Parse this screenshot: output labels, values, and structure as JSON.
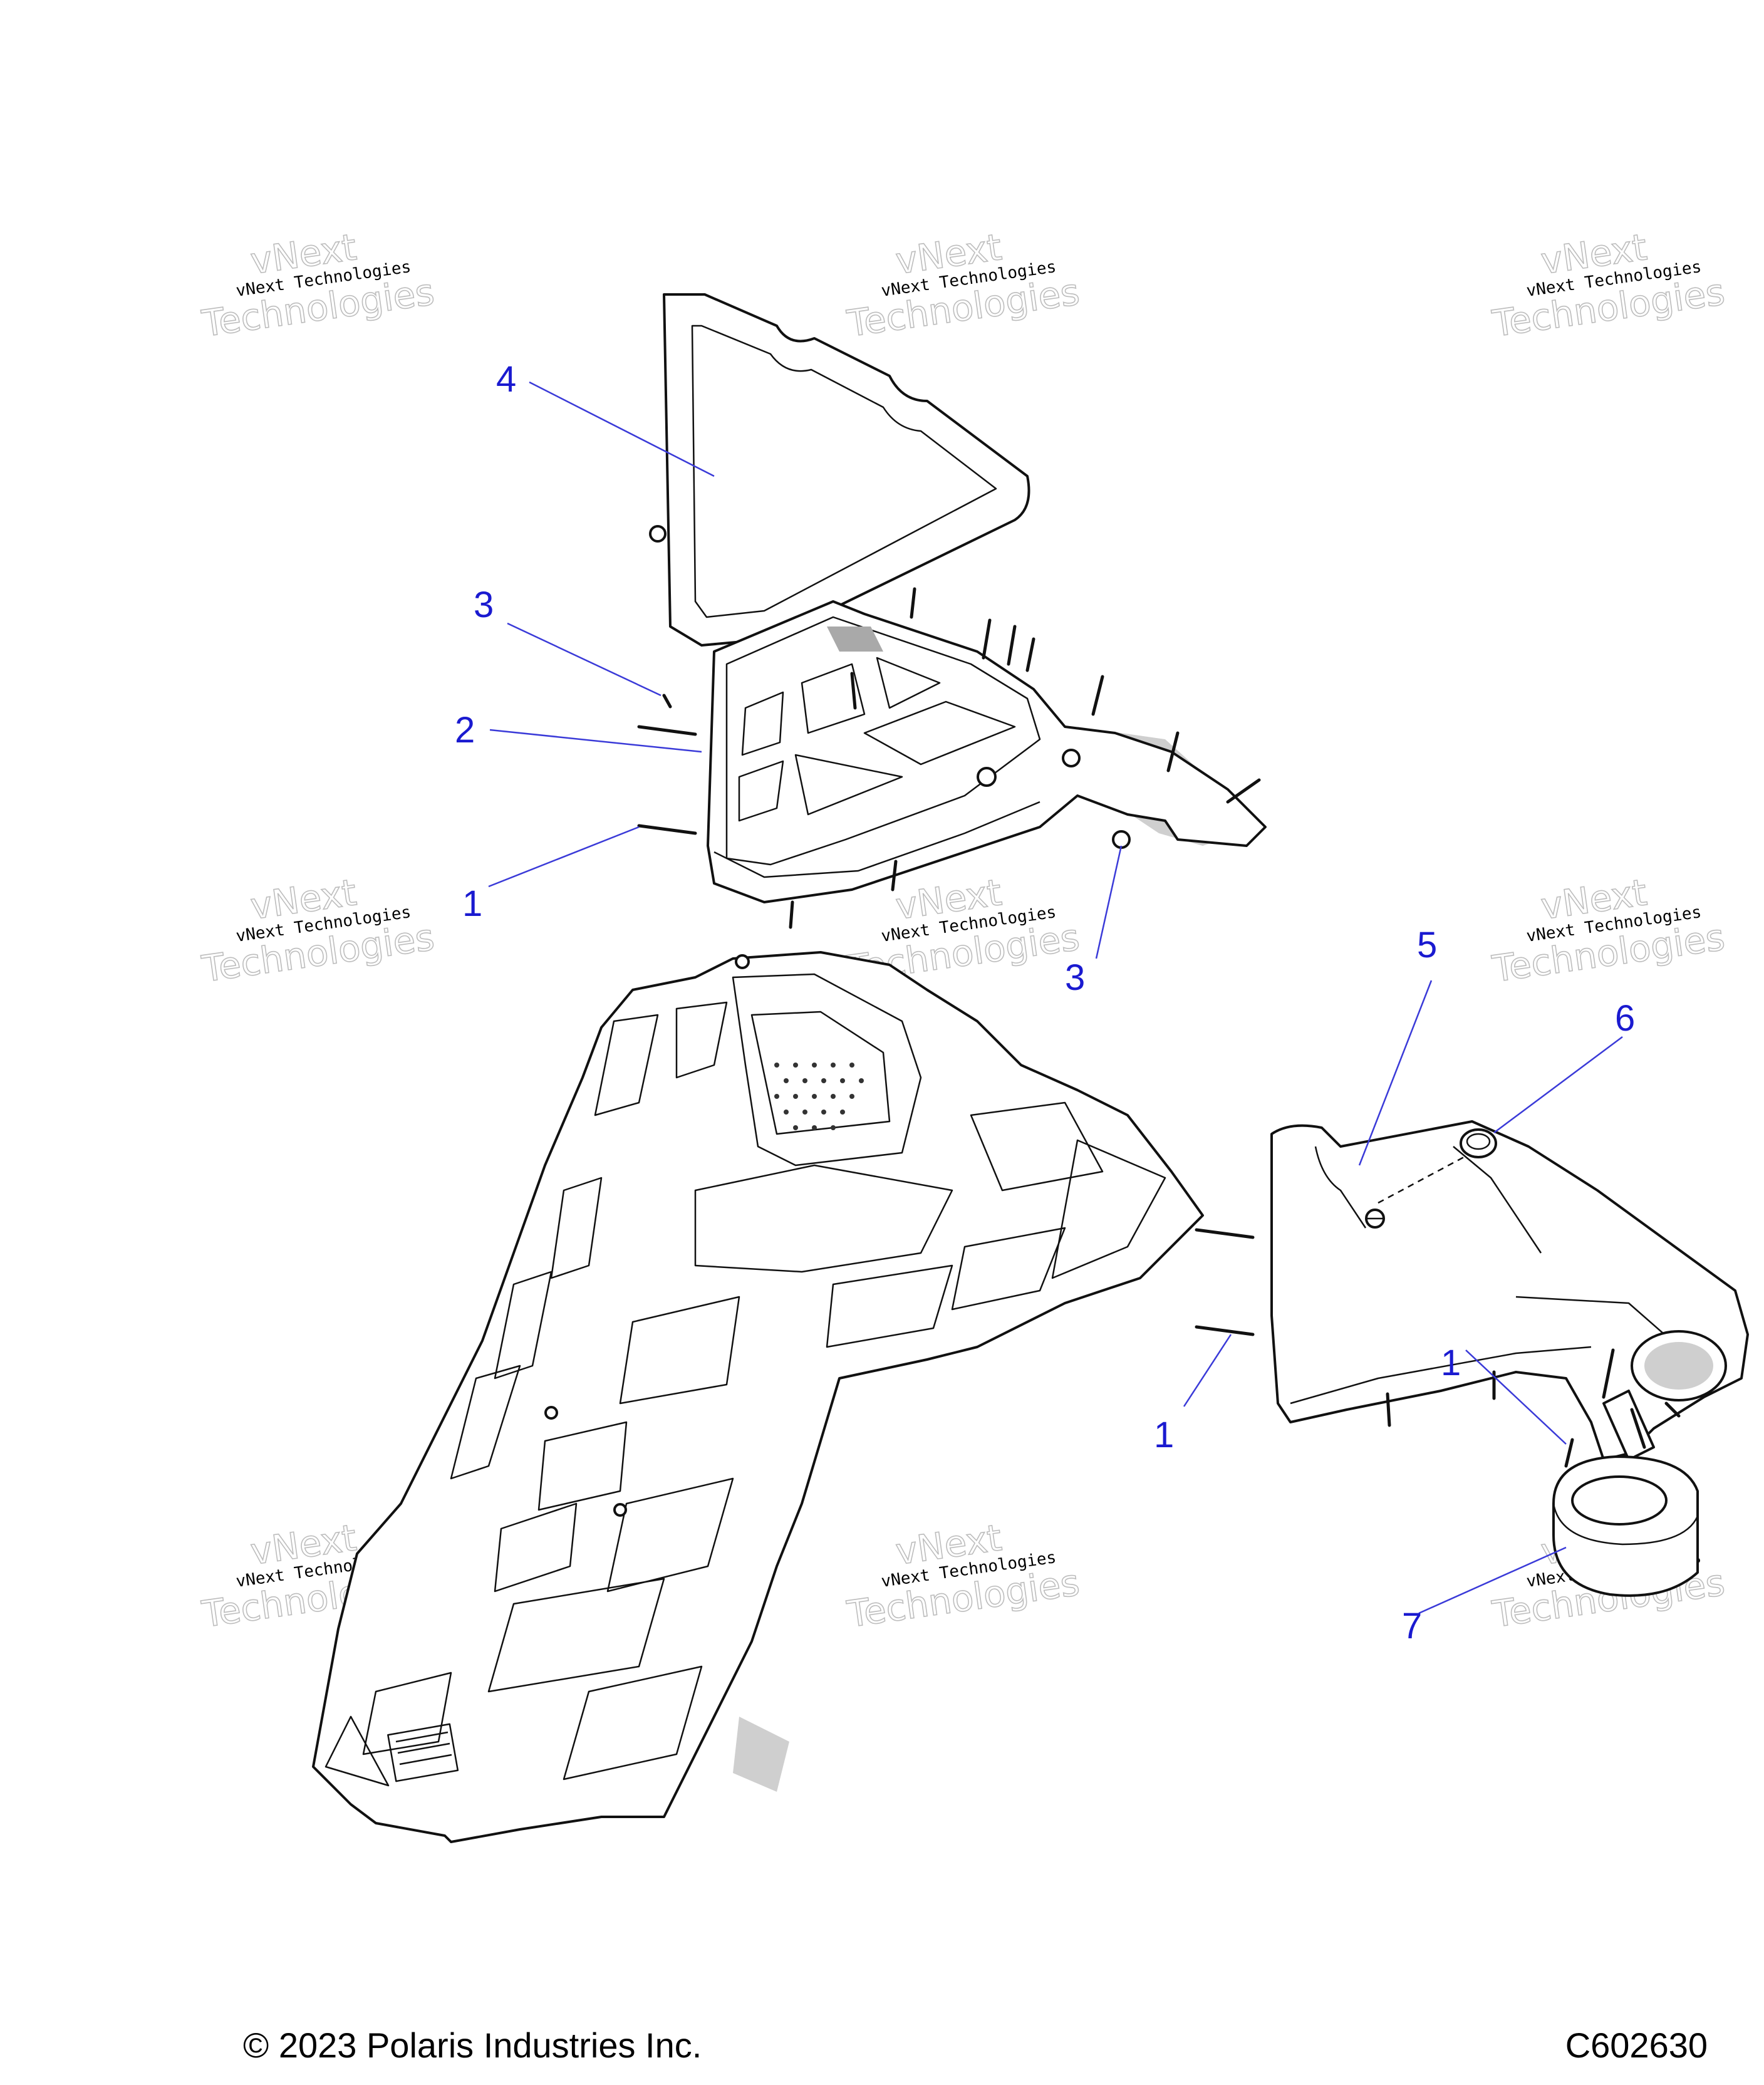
{
  "callouts": {
    "c1a": "1",
    "c1b": "1",
    "c1c": "1",
    "c2": "2",
    "c3a": "3",
    "c3b": "3",
    "c4": "4",
    "c5": "5",
    "c6": "6",
    "c7": "7"
  },
  "watermark": {
    "line1": "vNext",
    "line2": "vNext Technologies",
    "line3": "Technologies"
  },
  "footer": {
    "copyright": "© 2023 Polaris Industries Inc.",
    "figure_code": "C602630"
  }
}
